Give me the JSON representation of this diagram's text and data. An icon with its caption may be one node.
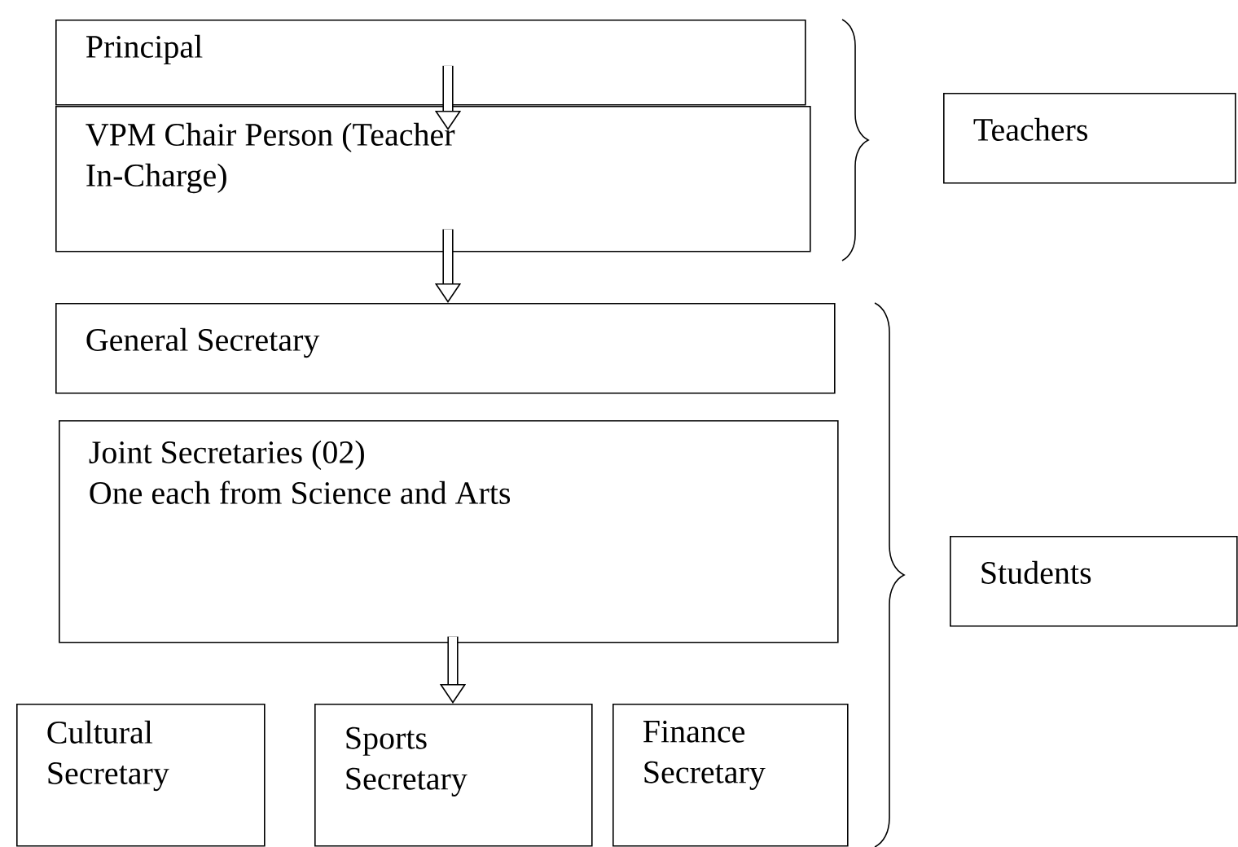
{
  "diagram": {
    "nodes": [
      {
        "text": [
          "Principal"
        ]
      },
      {
        "text": [
          "VPM Chair Person (Teacher In-Charge)"
        ]
      },
      {
        "text": [
          "General Secretary"
        ]
      },
      {
        "text": [
          "Joint Secretaries (02)",
          "One each from Science and Arts"
        ]
      },
      {
        "text": [
          "Cultural Secretary"
        ]
      },
      {
        "text": [
          "Sports Secretary"
        ]
      },
      {
        "text": [
          "Finance Secretary"
        ]
      },
      {
        "text": [
          "Teachers"
        ]
      },
      {
        "text": [
          "Students"
        ]
      }
    ],
    "edges": [
      {
        "from": 0,
        "to": 1,
        "arrow": "to"
      },
      {
        "from": 1,
        "to": 2,
        "arrow": "to"
      },
      {
        "from": 3,
        "to": 5,
        "arrow": "to"
      }
    ]
  }
}
